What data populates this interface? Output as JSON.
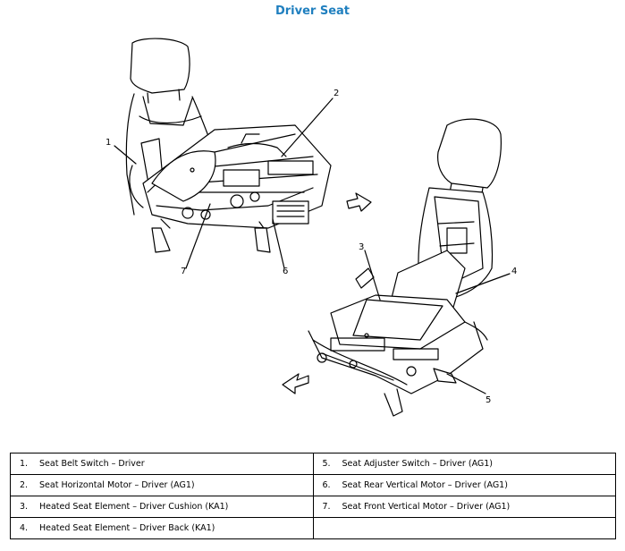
{
  "title": "Driver Seat",
  "callouts": [
    "1",
    "2",
    "3",
    "4",
    "5",
    "6",
    "7"
  ],
  "legend": [
    [
      {
        "num": "1.",
        "text": "Seat Belt Switch – Driver"
      },
      {
        "num": "5.",
        "text": "Seat Adjuster Switch – Driver (AG1)"
      }
    ],
    [
      {
        "num": "2.",
        "text": "Seat Horizontal Motor – Driver (AG1)"
      },
      {
        "num": "6.",
        "text": "Seat Rear Vertical Motor – Driver (AG1)"
      }
    ],
    [
      {
        "num": "3.",
        "text": "Heated Seat Element – Driver Cushion (KA1)"
      },
      {
        "num": "7.",
        "text": "Seat Front Vertical Motor – Driver (AG1)"
      }
    ],
    [
      {
        "num": "4.",
        "text": "Heated Seat Element – Driver Back (KA1)"
      },
      {
        "num": "",
        "text": ""
      }
    ]
  ]
}
